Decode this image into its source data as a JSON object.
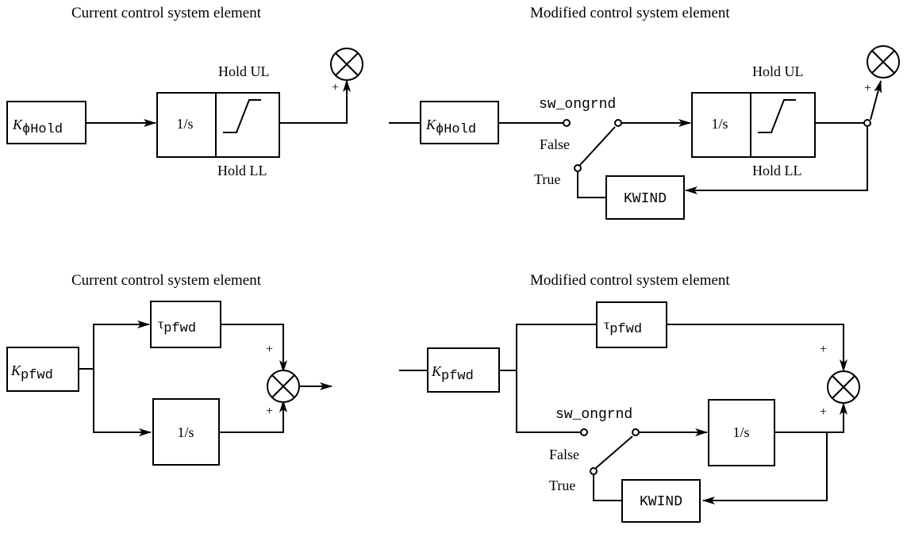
{
  "panels": {
    "top_left": {
      "title": "Current control system element"
    },
    "top_right": {
      "title": "Modified control system element"
    },
    "bottom_left": {
      "title": "Current control system element"
    },
    "bottom_right": {
      "title": "Modified control system element"
    }
  },
  "blocks": {
    "k_phi_hold": {
      "k": "K",
      "sub": "ϕHold"
    },
    "k_pfwd": {
      "k": "K",
      "sub": "pfwd"
    },
    "tau_pfwd": {
      "tau": "τ",
      "sub": "pfwd"
    },
    "integrator": "1/s",
    "kwind": "KWIND"
  },
  "labels": {
    "hold_ul": "Hold UL",
    "hold_ll": "Hold LL",
    "sw_ongrnd": "sw_ongrnd",
    "false": "False",
    "true": "True",
    "plus": "+"
  }
}
